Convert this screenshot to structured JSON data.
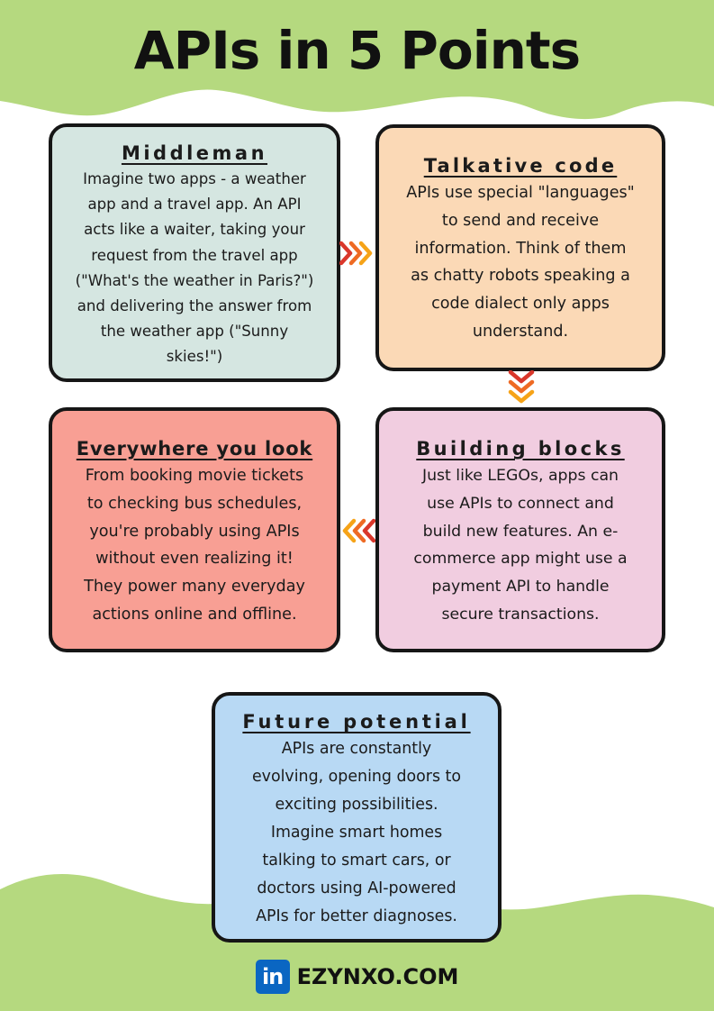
{
  "title": "APIs in 5 Points",
  "colors": {
    "wave_green": "#b5d97f",
    "border": "#161616",
    "middleman_bg": "#d5e6e1",
    "talkative_bg": "#fbd9b6",
    "everywhere_bg": "#f89f94",
    "building_bg": "#f1cde0",
    "future_bg": "#b8d9f4",
    "arrow_red": "#d9372b",
    "arrow_orange": "#f6a318",
    "linkedin_blue": "#0a66c2"
  },
  "cards": {
    "middleman": {
      "title": "Middleman",
      "lines": [
        "Imagine two apps - a weather",
        "app and a travel app. An API",
        "acts like a waiter, taking your",
        "request from the travel app",
        "(\"What's the weather in Paris?\")",
        "and delivering the answer from",
        "the weather app (\"Sunny",
        "skies!\")"
      ]
    },
    "talkative": {
      "title": "Talkative code",
      "lines": [
        "APIs use special \"languages\"",
        "to send and receive",
        "information. Think of them",
        "as chatty robots speaking a",
        "code dialect only apps",
        "understand."
      ]
    },
    "everywhere": {
      "title": "Everywhere you look",
      "lines": [
        "From booking movie tickets",
        "to checking bus schedules,",
        "you're probably using APIs",
        "without even realizing it!",
        "They power many everyday",
        "actions online and offline."
      ]
    },
    "building": {
      "title": "Building blocks",
      "lines": [
        "Just like LEGOs, apps can",
        "use APIs to connect and",
        "build new features. An e-",
        "commerce app might use a",
        "payment API to handle",
        "secure transactions."
      ]
    },
    "future": {
      "title": "Future potential",
      "lines": [
        "APIs are constantly",
        "evolving, opening doors to",
        "exciting possibilities.",
        "Imagine smart homes",
        "talking to smart cars, or",
        "doctors using AI-powered",
        "APIs for better diagnoses."
      ]
    }
  },
  "arrows": [
    {
      "direction": "right",
      "icon": "chevron-right-icon"
    },
    {
      "direction": "down",
      "icon": "chevron-down-icon"
    },
    {
      "direction": "left",
      "icon": "chevron-left-icon"
    }
  ],
  "footer": {
    "icon": "linkedin-icon",
    "icon_text": "in",
    "text": "EZYNXO.COM"
  }
}
